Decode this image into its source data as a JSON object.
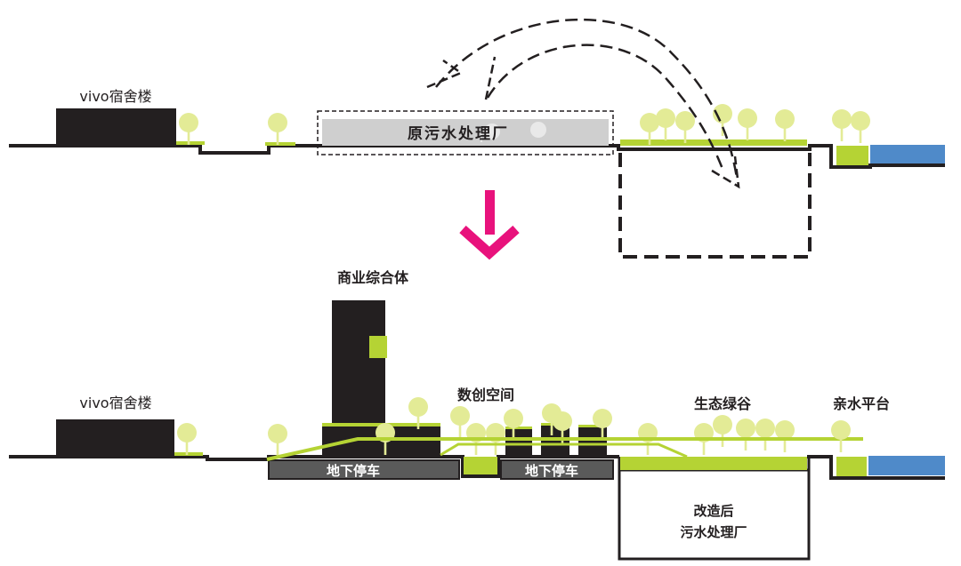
{
  "labels": {
    "dorm_top": "vivo宿舍楼",
    "old_plant": "原污水处理厂",
    "commercial": "商业综合体",
    "dorm_bottom": "vivo宿舍楼",
    "digital_space": "数创空间",
    "eco_valley": "生态绿谷",
    "waterfront": "亲水平台",
    "parking_1": "地下停车",
    "parking_2": "地下停车",
    "new_plant_line1": "改造后",
    "new_plant_line2": "污水处理厂"
  },
  "colors": {
    "building": "#231f20",
    "green_roof": "#b5d334",
    "tree": "#e3eb96",
    "water": "#4f8ac9",
    "arrow": "#e8127c",
    "old_plant_fill": "#cfcfcf",
    "parking": "#5a5a5a"
  }
}
